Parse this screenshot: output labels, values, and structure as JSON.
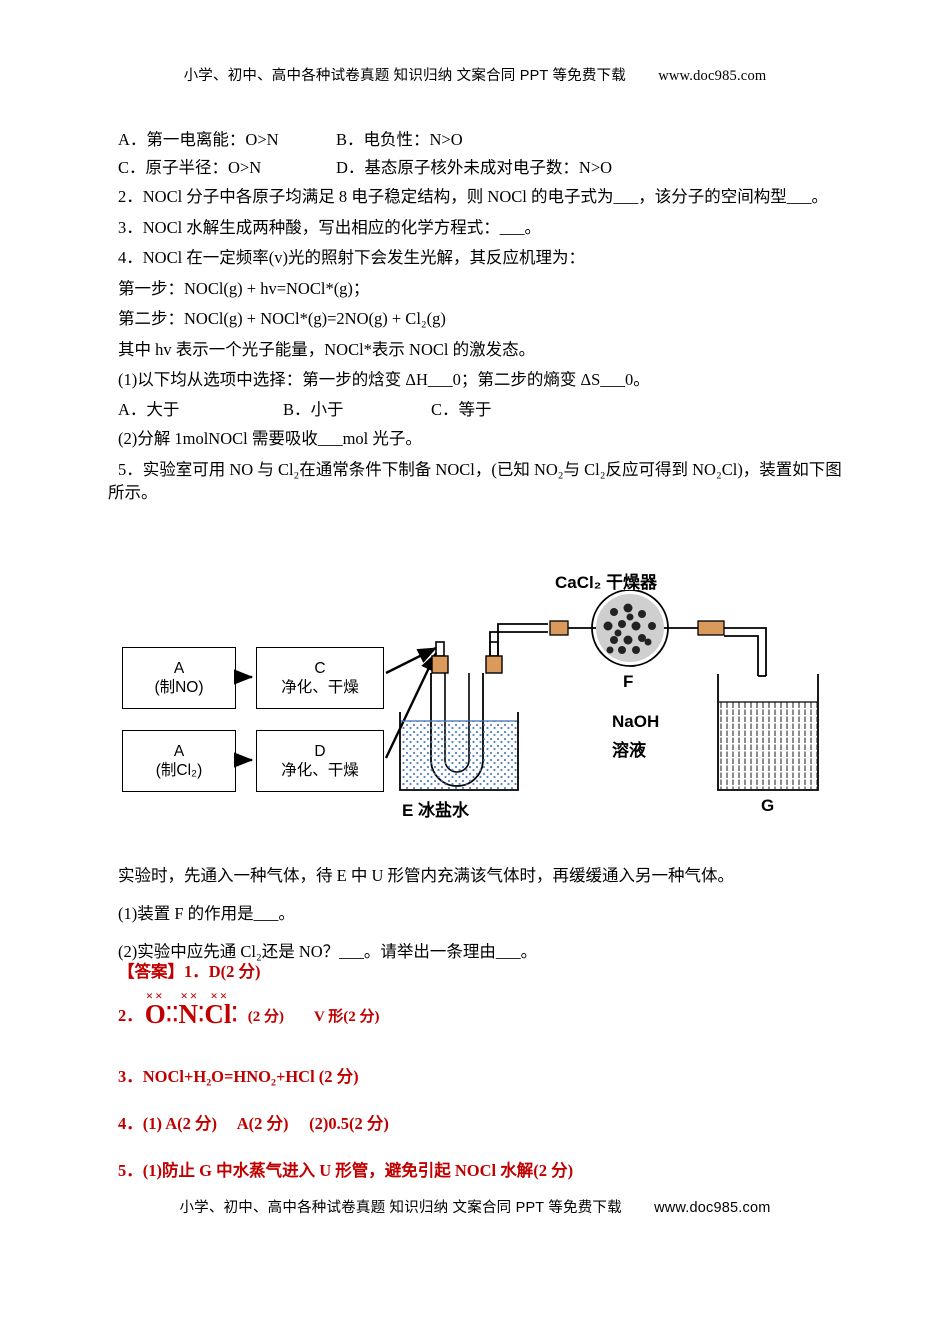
{
  "header": {
    "text": "小学、初中、高中各种试卷真题  知识归纳  文案合同  PPT 等免费下载",
    "url": "www.doc985.com"
  },
  "footer": {
    "text": "小学、初中、高中各种试卷真题  知识归纳  文案合同  PPT 等免费下载",
    "url": "www.doc985.com"
  },
  "questions": {
    "opt_a_1": "A．第一电离能：O>N",
    "opt_b_1": "B．电负性：N>O",
    "opt_c_1": "C．原子半径：O>N",
    "opt_d_1": "D．基态原子核外未成对电子数：N>O",
    "q2": "2．NOCl 分子中各原子均满足 8 电子稳定结构，则 NOCl 的电子式为___，该分子的空间构型___。",
    "q3": "3．NOCl 水解生成两种酸，写出相应的化学方程式：___。",
    "q4": "4．NOCl 在一定频率(v)光的照射下会发生光解，其反应机理为：",
    "q4_step1": "第一步：NOCl(g) + hv=NOCl*(g)；",
    "q4_step2": "第二步：NOCl(g) + NOCl*(g)=2NO(g) + Cl₂(g)",
    "q4_note": "其中 hv 表示一个光子能量，NOCl*表示 NOCl 的激发态。",
    "q4_1": "(1)以下均从选项中选择：第一步的焓变 ΔH___0；第二步的熵变 ΔS___0。",
    "q4_opts_a": "A．大于",
    "q4_opts_b": "B．小于",
    "q4_opts_c": "C．等于",
    "q4_2": "(2)分解 1molNOCl 需要吸收___mol 光子。",
    "q5_line1": "5．实验室可用 NO 与 Cl₂在通常条件下制备 NOCl，(已知 NO₂与 Cl₂反应可得到 NO₂Cl)，装置如下图",
    "q5_line2": "所示。",
    "q5_after": "实验时，先通入一种气体，待 E 中 U 形管内充满该气体时，再缓缓通入另一种气体。",
    "q5_1": "(1)装置 F 的作用是___。",
    "q5_2": "(2)实验中应先通 Cl₂还是 NO？___。请举出一条理由___。"
  },
  "figure": {
    "box_a1_l1": "A",
    "box_a1_l2": "(制NO)",
    "box_c_l1": "C",
    "box_c_l2": "净化、干燥",
    "box_a2_l1": "A",
    "box_a2_l2": "(制Cl₂)",
    "box_d_l1": "D",
    "box_d_l2": "净化、干燥",
    "label_cacl2": "CaCl₂ 干燥器",
    "label_f": "F",
    "label_naoh_l1": "NaOH",
    "label_naoh_l2": "溶液",
    "label_g": "G",
    "label_e": "E  冰盐水"
  },
  "answers": {
    "title_line": "【答案】1．D(2 分)",
    "a2_prefix": "2．",
    "a2_lewis": "O⋮⋮N⋮Cl⋮",
    "a2_note1": "(2 分)",
    "a2_note2": "V 形(2 分)",
    "a3": "3．NOCl+H₂O=HNO₂+HCl (2 分)",
    "a4": "4．(1) A(2 分)     A(2 分)     (2)0.5(2 分)",
    "a5": "5．(1)防止 G 中水蒸气进入 U 形管，避免引起 NOCl 水解(2 分)"
  }
}
